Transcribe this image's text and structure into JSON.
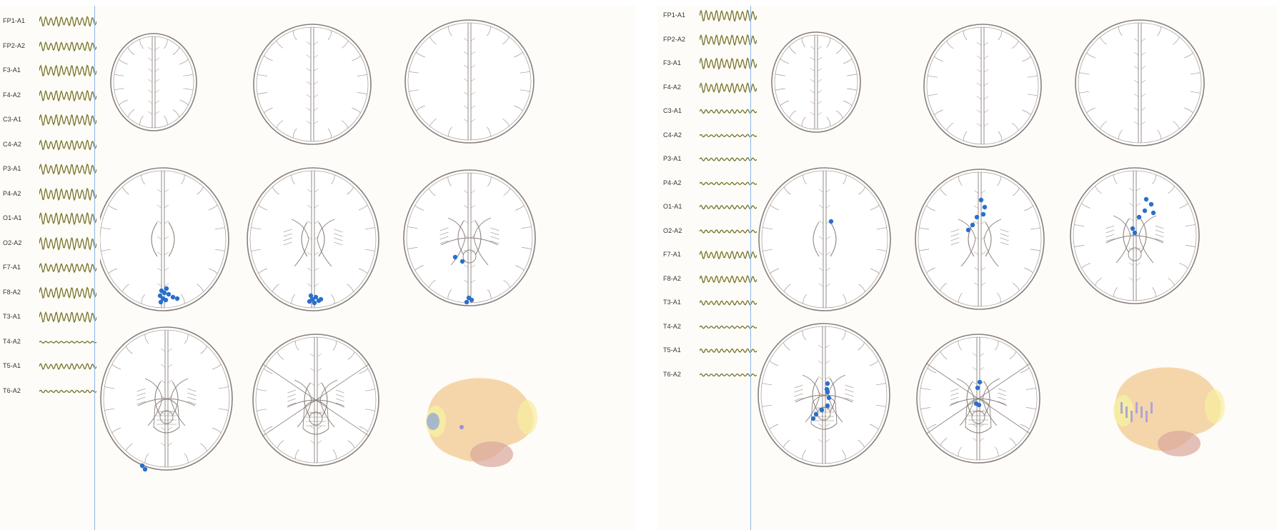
{
  "panels": [
    {
      "id": "left",
      "channels": [
        "FP1-A1",
        "FP2-A2",
        "F3-A1",
        "F4-A2",
        "C3-A1",
        "C4-A2",
        "P3-A1",
        "P4-A2",
        "O1-A1",
        "O2-A2",
        "F7-A1",
        "F8-A2",
        "T3-A1",
        "T4-A2",
        "T5-A1",
        "T6-A2"
      ],
      "channel_amplitude": [
        0.75,
        0.7,
        0.85,
        0.8,
        0.85,
        0.75,
        0.8,
        0.9,
        0.9,
        0.95,
        0.7,
        0.85,
        0.8,
        0.15,
        0.45,
        0.2
      ],
      "dipole_color": "#2a6fcb"
    },
    {
      "id": "right",
      "channels": [
        "FP1-A1",
        "FP2-A2",
        "F3-A1",
        "F4-A2",
        "C3-A1",
        "C4-A2",
        "P3-A1",
        "P4-A2",
        "O1-A1",
        "O2-A2",
        "F7-A1",
        "F8-A2",
        "T3-A1",
        "T4-A2",
        "T5-A1",
        "T6-A2"
      ],
      "channel_amplitude": [
        0.85,
        0.8,
        0.85,
        0.75,
        0.3,
        0.2,
        0.25,
        0.2,
        0.3,
        0.25,
        0.6,
        0.55,
        0.35,
        0.2,
        0.3,
        0.2
      ],
      "dipole_color": "#2a6fcb"
    }
  ],
  "colors": {
    "background": "#fdfcf8",
    "waveform": "#5c5a3a",
    "waveform_highlight": "#c9c24a",
    "divider": "#8fb4e6",
    "brain_outline": "#8a7f7a",
    "dipole": "#2a6fcb",
    "brain_3d": "#f3cf9e"
  }
}
